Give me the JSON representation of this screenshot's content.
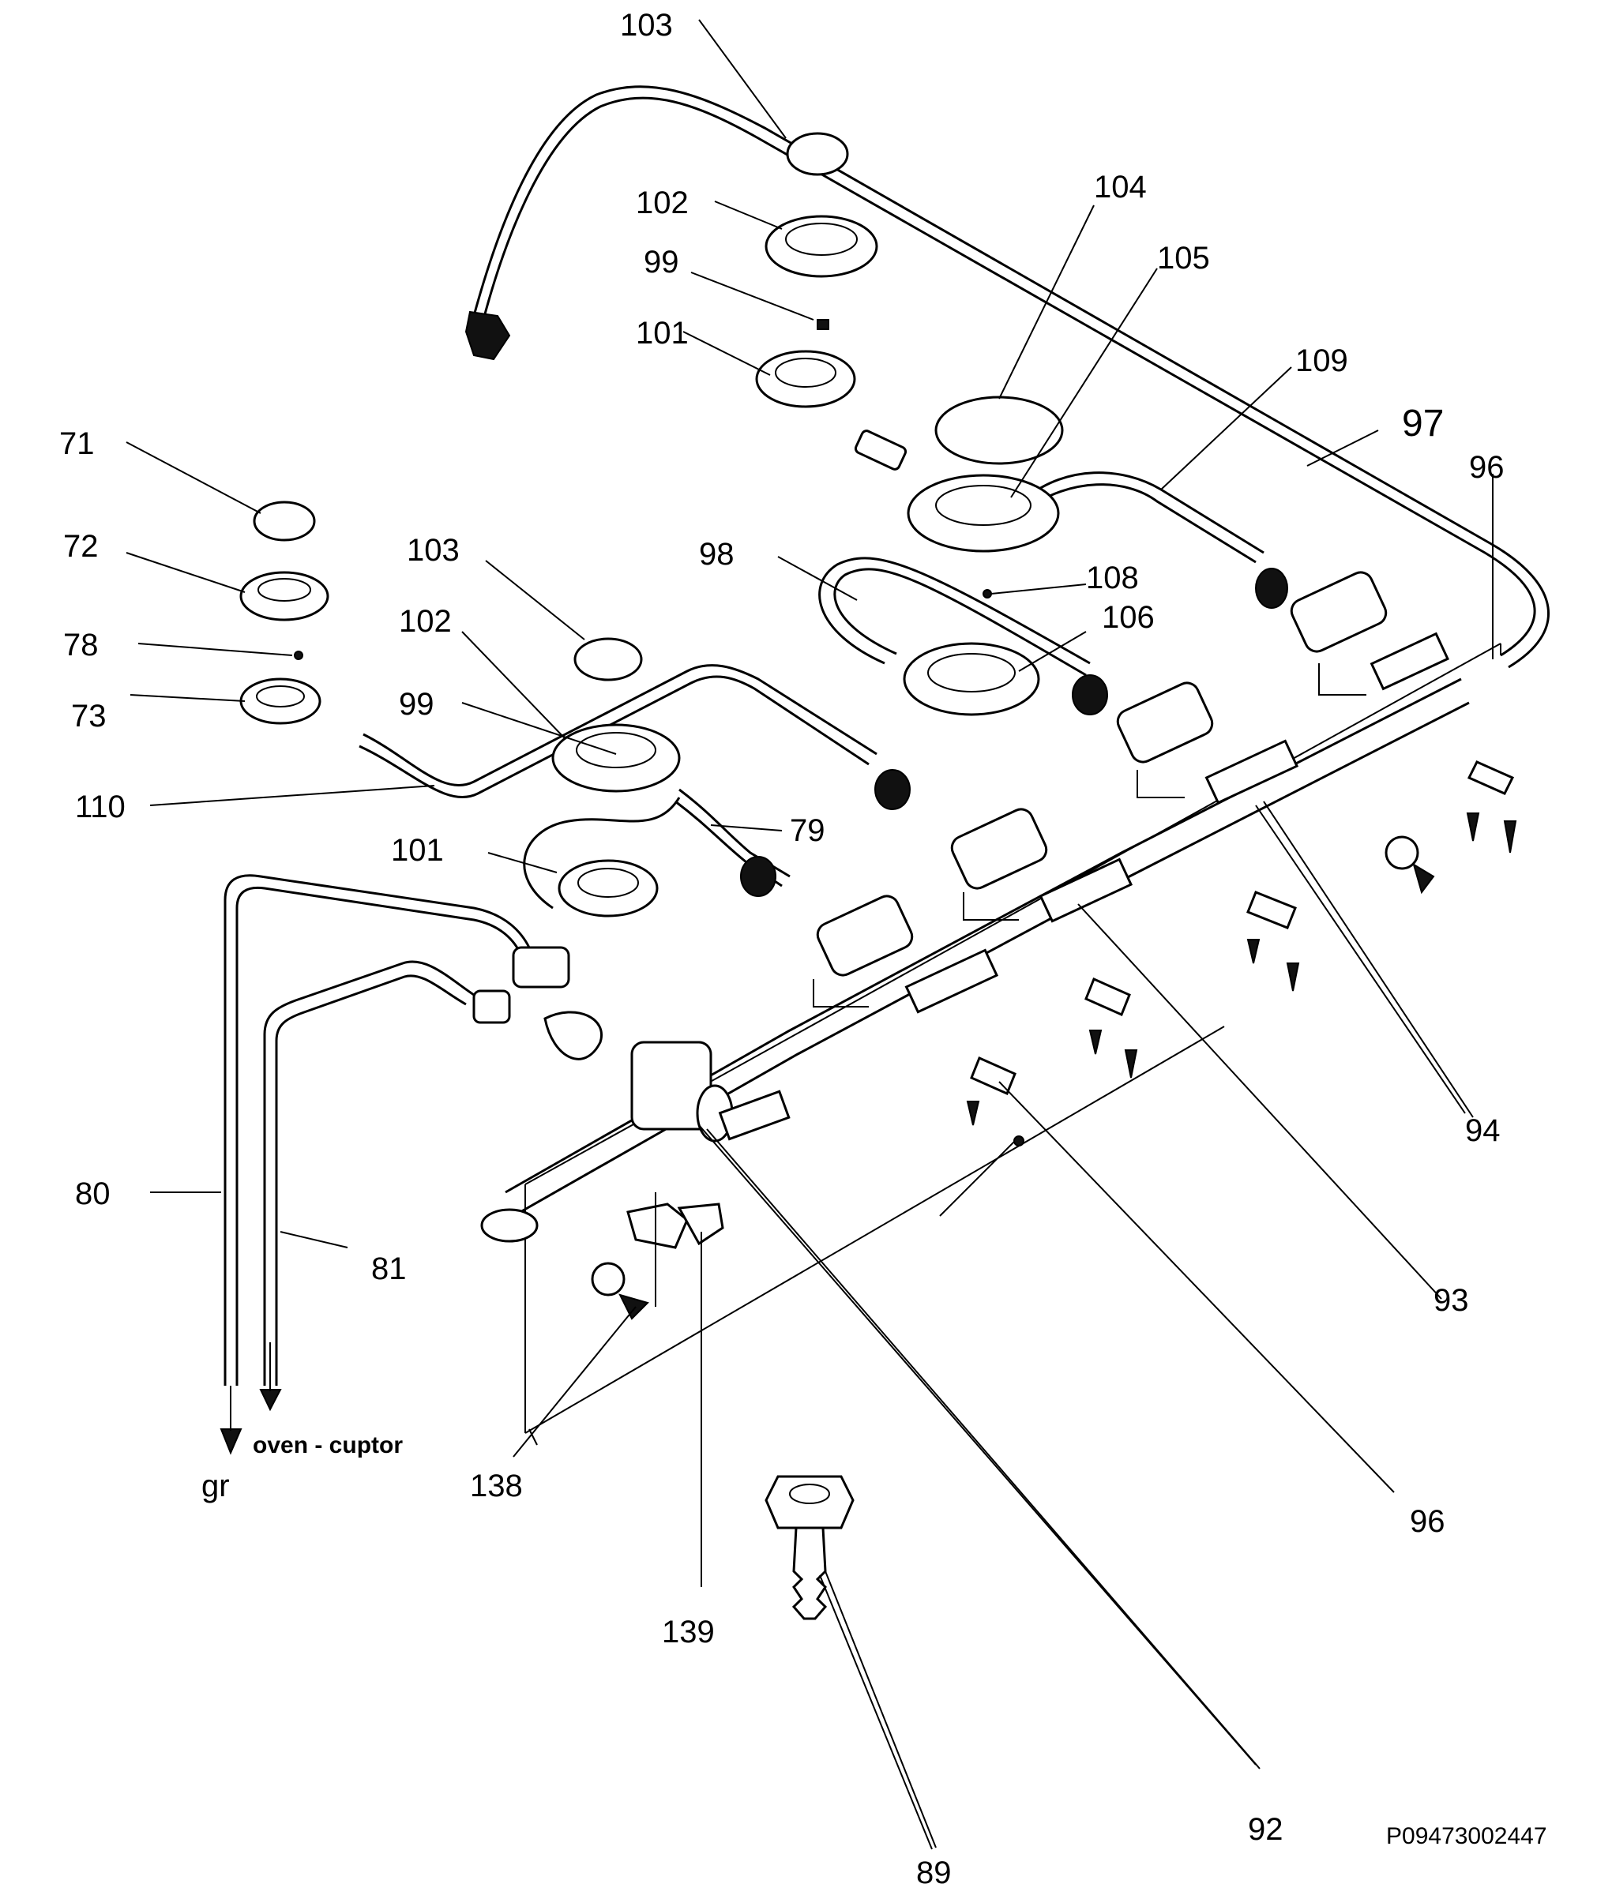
{
  "diagram": {
    "callouts": [
      {
        "id": "103a",
        "label": "103"
      },
      {
        "id": "102a",
        "label": "102"
      },
      {
        "id": "99a",
        "label": "99"
      },
      {
        "id": "101a",
        "label": "101"
      },
      {
        "id": "104",
        "label": "104"
      },
      {
        "id": "105",
        "label": "105"
      },
      {
        "id": "109",
        "label": "109"
      },
      {
        "id": "97",
        "label": "97"
      },
      {
        "id": "96a",
        "label": "96"
      },
      {
        "id": "71",
        "label": "71"
      },
      {
        "id": "72",
        "label": "72"
      },
      {
        "id": "78",
        "label": "78"
      },
      {
        "id": "73",
        "label": "73"
      },
      {
        "id": "110",
        "label": "110"
      },
      {
        "id": "103b",
        "label": "103"
      },
      {
        "id": "102b",
        "label": "102"
      },
      {
        "id": "99b",
        "label": "99"
      },
      {
        "id": "98",
        "label": "98"
      },
      {
        "id": "108",
        "label": "108"
      },
      {
        "id": "106",
        "label": "106"
      },
      {
        "id": "79",
        "label": "79"
      },
      {
        "id": "101b",
        "label": "101"
      },
      {
        "id": "94",
        "label": "94"
      },
      {
        "id": "93",
        "label": "93"
      },
      {
        "id": "80",
        "label": "80"
      },
      {
        "id": "81",
        "label": "81"
      },
      {
        "id": "96b",
        "label": "96"
      },
      {
        "id": "138",
        "label": "138"
      },
      {
        "id": "139",
        "label": "139"
      },
      {
        "id": "92",
        "label": "92"
      },
      {
        "id": "89",
        "label": "89"
      }
    ],
    "pipe_labels": {
      "oven": "oven - cuptor",
      "grill": "gr"
    },
    "reference_code": "P09473002447"
  }
}
